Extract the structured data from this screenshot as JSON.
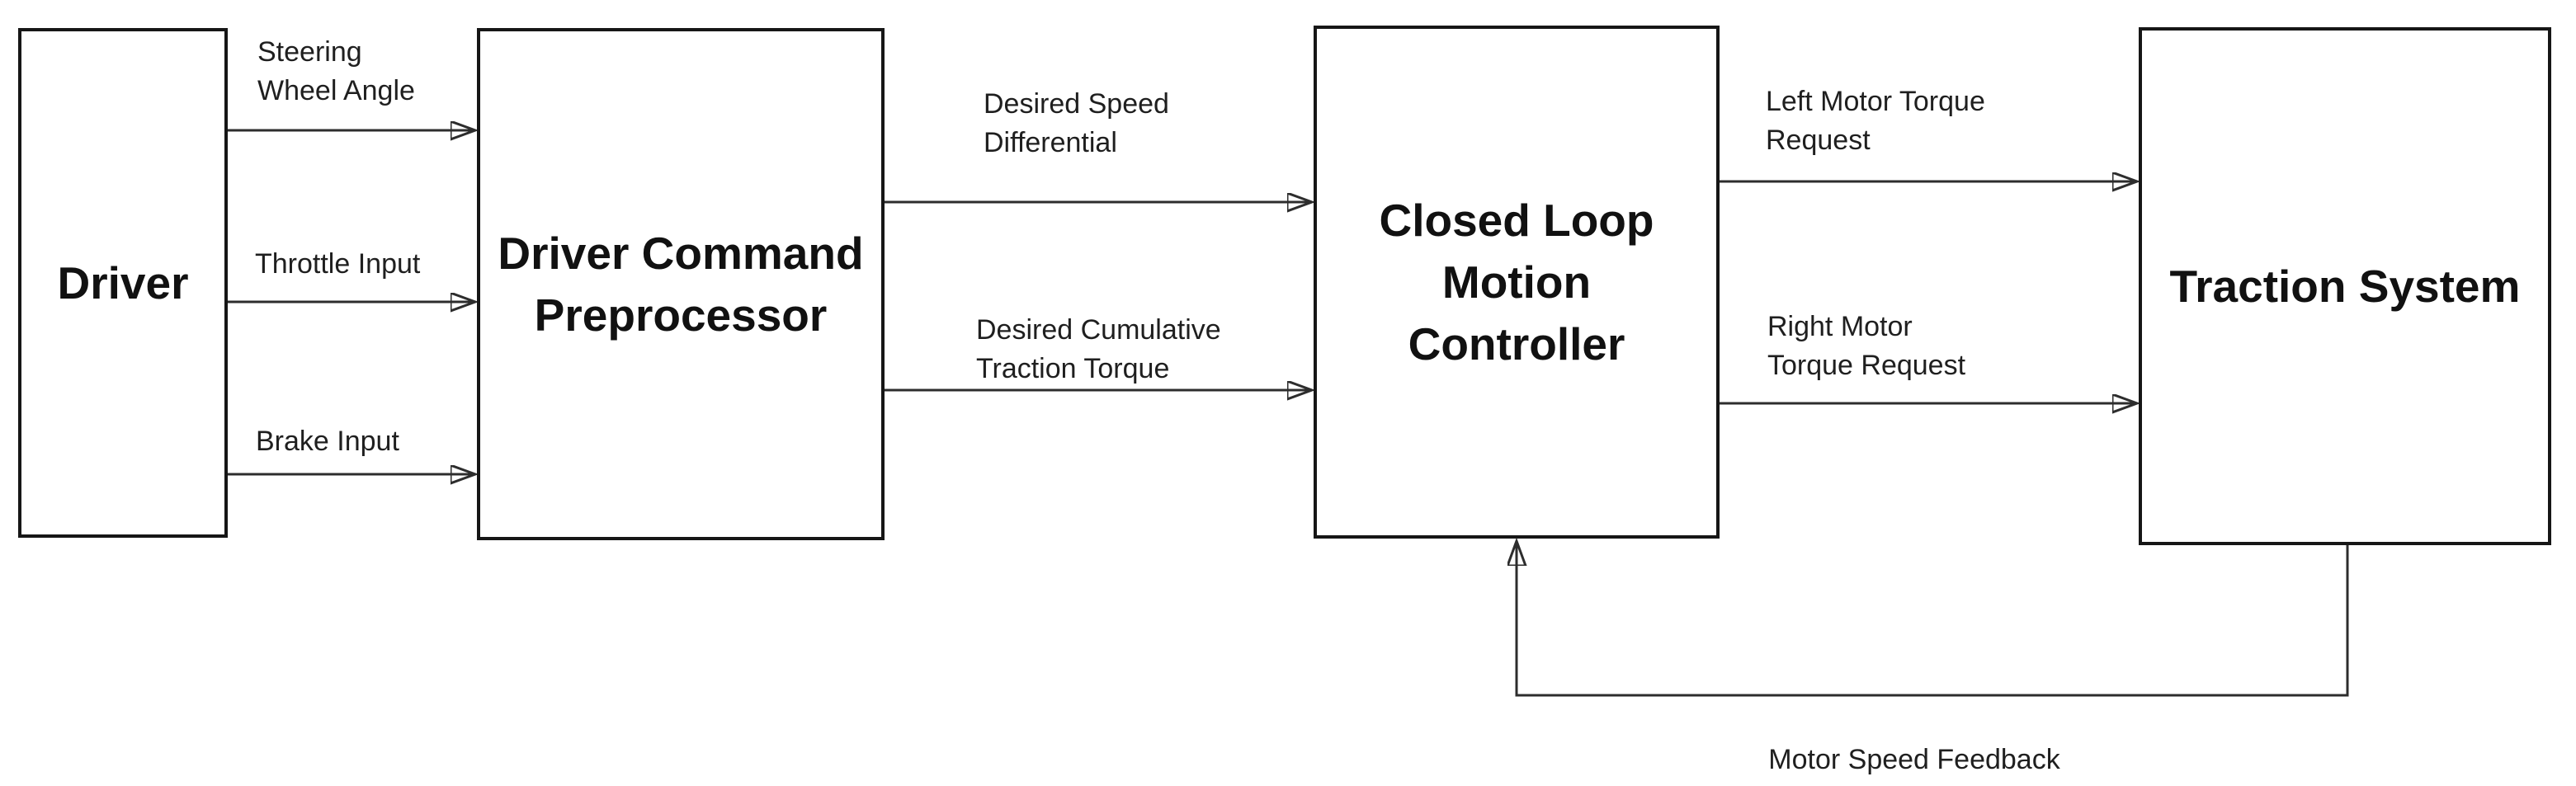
{
  "diagram": {
    "background": "#ffffff",
    "line_color": "#2d2d2d",
    "box_border_color": "#161616",
    "blocks": {
      "driver": {
        "lines": [
          "Driver"
        ]
      },
      "preprocessor": {
        "lines": [
          "Driver Command",
          "Preprocessor"
        ]
      },
      "controller": {
        "lines": [
          "Closed Loop",
          "Motion",
          "Controller"
        ]
      },
      "traction": {
        "lines": [
          "Traction System"
        ]
      }
    },
    "signals": {
      "steering": {
        "lines": [
          "Steering",
          "Wheel Angle"
        ]
      },
      "throttle": {
        "lines": [
          "Throttle Input"
        ]
      },
      "brake": {
        "lines": [
          "Brake Input"
        ]
      },
      "speed_differential": {
        "lines": [
          "Desired Speed",
          "Differential"
        ]
      },
      "cumulative_torque": {
        "lines": [
          "Desired Cumulative",
          "Traction Torque"
        ]
      },
      "left_torque": {
        "lines": [
          "Left Motor Torque",
          "Request"
        ]
      },
      "right_torque": {
        "lines": [
          "Right Motor",
          "Torque Request"
        ]
      },
      "feedback": {
        "lines": [
          "Motor Speed Feedback"
        ]
      }
    }
  }
}
